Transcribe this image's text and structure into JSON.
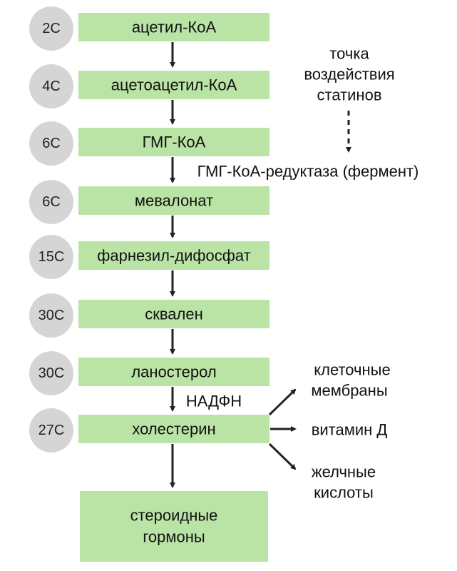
{
  "colors": {
    "box": "#bae4a5",
    "circle": "#d5d5d5",
    "arrow": "#222222"
  },
  "steps": [
    {
      "carbons": "2C",
      "label": "ацетил-КоА"
    },
    {
      "carbons": "4C",
      "label": "ацетоацетил-КоА"
    },
    {
      "carbons": "6C",
      "label": "ГМГ-КоА"
    },
    {
      "carbons": "6C",
      "label": "мевалонат"
    },
    {
      "carbons": "15C",
      "label": "фарнезил-дифосфат"
    },
    {
      "carbons": "30C",
      "label": "сквален"
    },
    {
      "carbons": "30C",
      "label": "ланостерол"
    },
    {
      "carbons": "27C",
      "label": "холестерин"
    }
  ],
  "final": {
    "line1": "стероидные",
    "line2": "гормоны"
  },
  "statin": {
    "line1": "точка",
    "line2": "воздействия",
    "line3": "статинов"
  },
  "enzyme": "ГМГ-КоА-редуктаза (фермент)",
  "cofactor": "НАДФН",
  "products": {
    "membranes": {
      "line1": "клеточные",
      "line2": "мембраны"
    },
    "vitamin": "витамин Д",
    "bile": {
      "line1": "желчные",
      "line2": "кислоты"
    }
  }
}
